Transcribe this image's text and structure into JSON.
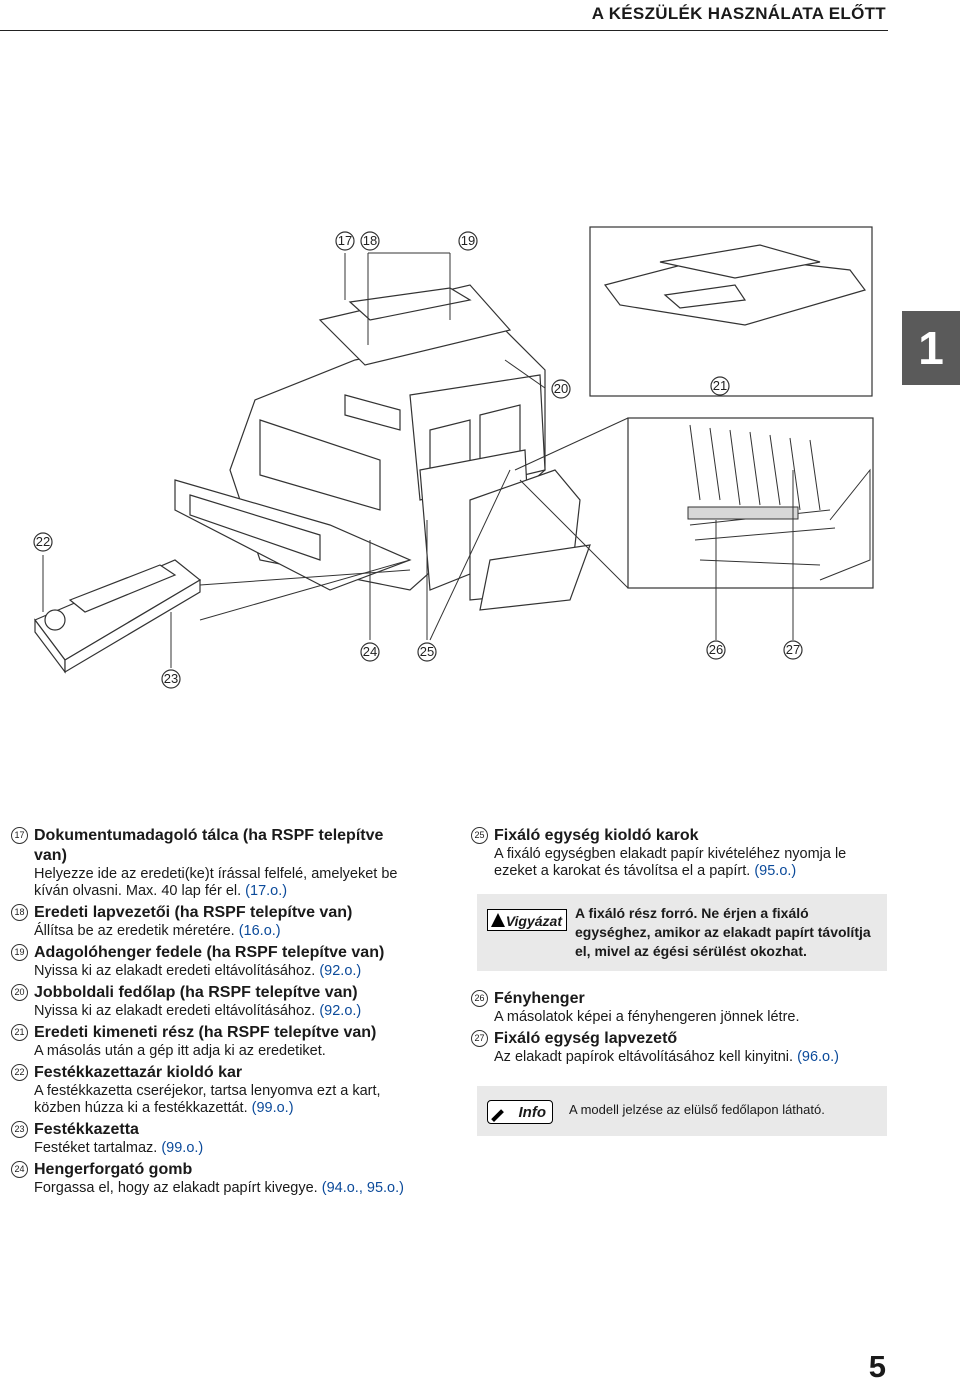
{
  "header": {
    "title": "A KÉSZÜLÉK HASZNÁLATA ELŐTT"
  },
  "chapter_tab": "1",
  "page_number": "5",
  "figure": {
    "callouts": [
      {
        "num": "17"
      },
      {
        "num": "18"
      },
      {
        "num": "19"
      },
      {
        "num": "20"
      },
      {
        "num": "21"
      },
      {
        "num": "22"
      },
      {
        "num": "23"
      },
      {
        "num": "24"
      },
      {
        "num": "25"
      },
      {
        "num": "26"
      },
      {
        "num": "27"
      }
    ]
  },
  "left_items": [
    {
      "num": "17",
      "title": "Dokumentumadagoló tálca (ha RSPF telepítve van)",
      "desc": "Helyezze ide az eredeti(ke)t írással felfelé, amelyeket be kíván olvasni. Max. 40 lap fér el.",
      "ref": "(17.o.)"
    },
    {
      "num": "18",
      "title": "Eredeti lapvezetői (ha RSPF telepítve van)",
      "desc": "Állítsa be az eredetik méretére.",
      "ref": "(16.o.)"
    },
    {
      "num": "19",
      "title": "Adagolóhenger fedele (ha RSPF telepítve van)",
      "desc": "Nyissa ki az elakadt eredeti eltávolításához.",
      "ref": "(92.o.)"
    },
    {
      "num": "20",
      "title": "Jobboldali fedőlap (ha RSPF telepítve van)",
      "desc": "Nyissa ki az elakadt eredeti eltávolításához.",
      "ref": "(92.o.)"
    },
    {
      "num": "21",
      "title": "Eredeti kimeneti rész (ha RSPF telepítve van)",
      "desc": "A másolás után a gép itt adja ki az eredetiket.",
      "ref": ""
    },
    {
      "num": "22",
      "title": "Festékkazettazár kioldó kar",
      "desc": "A festékkazetta cseréjekor, tartsa lenyomva ezt a kart, közben húzza ki a festékkazettát.",
      "ref": "(99.o.)"
    },
    {
      "num": "23",
      "title": "Festékkazetta",
      "desc": "Festéket tartalmaz.",
      "ref": "(99.o.)"
    },
    {
      "num": "24",
      "title": "Hengerforgató gomb",
      "desc": "Forgassa el, hogy az elakadt papírt kivegye.",
      "ref": "(94.o., 95.o.)"
    }
  ],
  "right_items": [
    {
      "num": "25",
      "title": "Fixáló egység kioldó karok",
      "desc": "A fixáló egységben elakadt papír kivételéhez nyomja le ezeket a karokat és távolítsa el a papírt.",
      "ref": "(95.o.)"
    },
    {
      "num": "26",
      "title": "Fényhenger",
      "desc": "A másolatok képei a fényhengeren jönnek létre.",
      "ref": ""
    },
    {
      "num": "27",
      "title": "Fixáló egység lapvezető",
      "desc": "Az elakadt papírok eltávolításához kell kinyitni.",
      "ref": "(96.o.)"
    }
  ],
  "caution": {
    "badge": "Vigyázat",
    "text": "A fixáló rész forró. Ne érjen a fixáló egységhez, amikor az elakadt papírt távolítja el, mivel az égési sérülést okozhat."
  },
  "info": {
    "badge": "Info",
    "text": "A modell jelzése az elülső fedőlapon látható."
  }
}
